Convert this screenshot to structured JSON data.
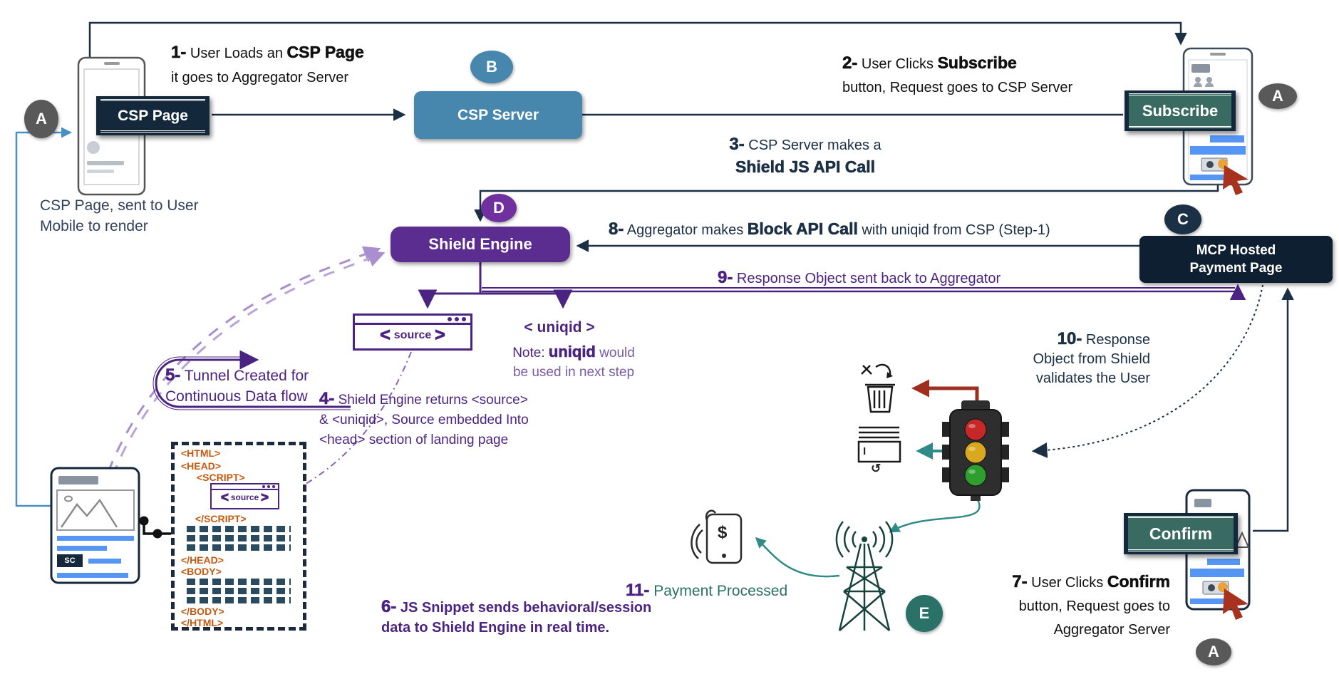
{
  "badges": {
    "a": "A",
    "b": "B",
    "c": "C",
    "d": "D",
    "e": "E"
  },
  "nodes": {
    "csp_page": "CSP Page",
    "csp_server": "CSP Server",
    "shield_engine": "Shield Engine",
    "mcp_line1": "MCP Hosted",
    "mcp_line2": "Payment Page",
    "subscribe_button": "Subscribe",
    "confirm_button": "Confirm"
  },
  "steps": {
    "s1": {
      "num": "1-",
      "pre": " User Loads an ",
      "bold": "CSP Page",
      "line2": "it goes  to Aggregator Server"
    },
    "s2": {
      "num": "2-",
      "pre": " User Clicks ",
      "bold": "Subscribe",
      "line2": "button, Request goes to CSP Server"
    },
    "s3": {
      "num": "3-",
      "line1": " CSP Server makes a",
      "bold": "Shield JS API Call"
    },
    "s4": {
      "num": "4-",
      "line1": " Shield Engine returns <source>",
      "line2": "& <uniqid>, Source embedded Into",
      "line3": "<head> section of landing page"
    },
    "s5": {
      "num": "5-",
      "line1": " Tunnel Created for",
      "line2": "Continuous Data flow"
    },
    "s6": {
      "num": "6-",
      "line1": " JS Snippet sends behavioral/session",
      "line2": "data to Shield Engine in real time."
    },
    "s7": {
      "num": "7-",
      "pre": " User Clicks ",
      "bold": "Confirm",
      "line2": "button, Request goes to",
      "line3": "Aggregator Server"
    },
    "s8": {
      "num": "8-",
      "pre": " Aggregator makes ",
      "bold": "Block API Call",
      "post": " with uniqid from CSP (Step-1)"
    },
    "s9": {
      "num": "9-",
      "text": " Response Object sent back to Aggregator"
    },
    "s10": {
      "num": "10-",
      "line1": " Response",
      "line2": "Object from Shield",
      "line3": "validates the User"
    },
    "s11": {
      "num": "11-",
      "text": " Payment Processed"
    }
  },
  "annotations": {
    "csp_sent_line1": "CSP Page, sent to User",
    "csp_sent_line2": "Mobile to render",
    "uniqid_tag": "< uniqid >",
    "note_pre": "Note: ",
    "note_bold": "uniqid",
    "note_post": " would",
    "note_line2": "be used in next step"
  },
  "source_window": {
    "label": "source",
    "bracket_left": "<",
    "bracket_right": ">"
  },
  "html_snippet": [
    "<HTML>",
    "<HEAD>",
    "<SCRIPT>",
    "</SCRIPT>",
    "</HEAD>",
    "<BODY>",
    "</BODY>",
    "</HTML>"
  ],
  "phone_content": {
    "sc_label": "SC"
  },
  "icon_glyphs": {
    "dollar": "$",
    "card_i": "I",
    "renew": "↺"
  },
  "colors": {
    "navy": "#1b2f45",
    "ink": "#111111",
    "steel_blue": "#4787ad",
    "purple": "#4b2382",
    "purple_box": "#5b2d91",
    "lavender": "#a98fd0",
    "teal_button": "#3a6b62",
    "teal_arrow": "#2e8b85",
    "teal_badge": "#2a7268",
    "red_arrow": "#9e2f20",
    "cursor_red": "#a8321e",
    "cursor_dot": "#e8a33d",
    "code_orange": "#c55a11",
    "badge_gray": "#595959",
    "mcp_navy": "#0d1f31",
    "link_blue": "#4a90c2",
    "screen_blue": "#5596f5"
  }
}
